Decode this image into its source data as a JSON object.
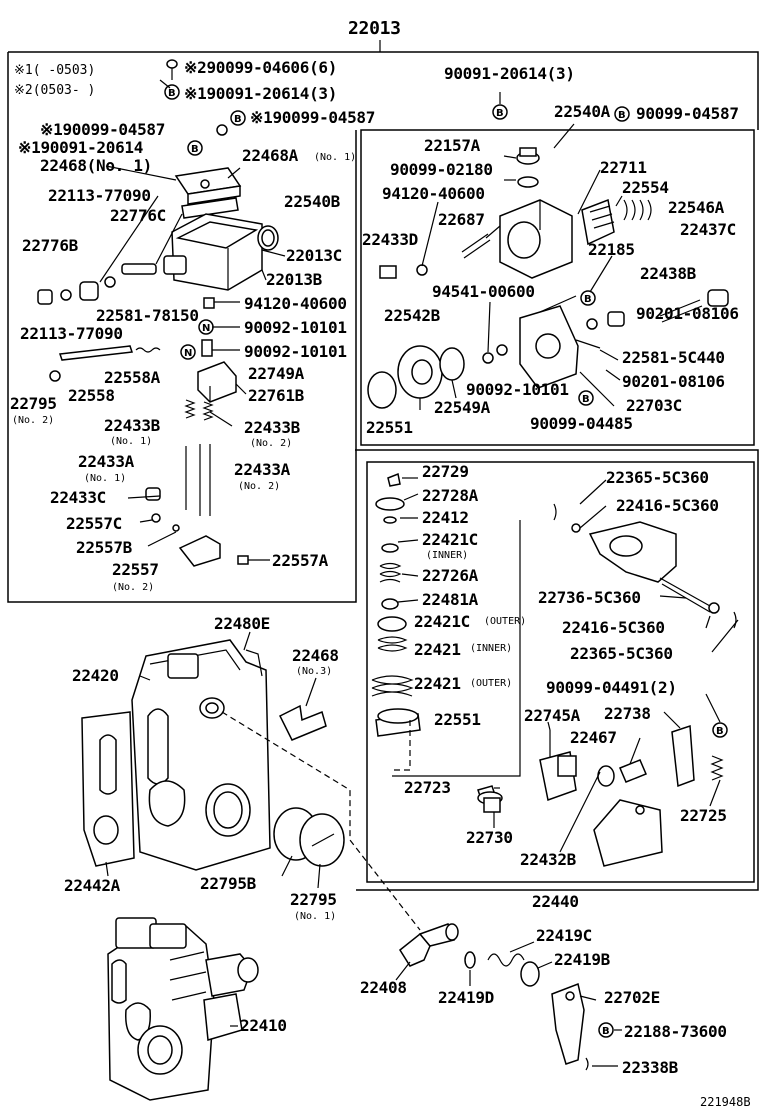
{
  "diagram": {
    "main_title": "22013",
    "footer_code": "221948B",
    "notes": {
      "note1": "※1(      -0503)",
      "note2": "※2(0503-      )"
    },
    "labels": {
      "t22013": "22013",
      "p90099_04606": "※290099-04606(6)",
      "p190091_20614_3": "※190091-20614(3)",
      "p190099_04587_a": "※190099-04587",
      "p190099_04587_b": "※190099-04587",
      "p190091_20614": "※190091-20614",
      "p22468_1": "22468(No. 1)",
      "p22468A": "22468A",
      "p22468A_no": "(No. 1)",
      "p22113_77090_a": "22113-77090",
      "p22776C": "22776C",
      "p22540B": "22540B",
      "p22776B": "22776B",
      "p22013C": "22013C",
      "p22013B": "22013B",
      "p94120_40600_a": "94120-40600",
      "p22581_78150": "22581-78150",
      "p22113_77090_b": "22113-77090",
      "p90092_10101_a": "90092-10101",
      "p90092_10101_b": "90092-10101",
      "p22558A": "22558A",
      "p22749A": "22749A",
      "p22795_a": "22795",
      "p22795_a_no": "(No. 2)",
      "p22558": "22558",
      "p22761B": "22761B",
      "p22433B_1": "22433B",
      "p22433B_1_no": "(No. 1)",
      "p22433B_2": "22433B",
      "p22433B_2_no": "(No. 2)",
      "p22433A_1": "22433A",
      "p22433A_1_no": "(No. 1)",
      "p22433A_2": "22433A",
      "p22433A_2_no": "(No. 2)",
      "p22433C": "22433C",
      "p22557C": "22557C",
      "p22557B": "22557B",
      "p22557": "22557",
      "p22557_no": "(No. 2)",
      "p22557A": "22557A",
      "p90091_20614_3": "90091-20614(3)",
      "p22540A": "22540A",
      "p90099_04587": "90099-04587",
      "p22157A": "22157A",
      "p90099_02180": "90099-02180",
      "p22711": "22711",
      "p22554": "22554",
      "p94120_40600_b": "94120-40600",
      "p22546A": "22546A",
      "p22687": "22687",
      "p22433D": "22433D",
      "p22185": "22185",
      "p22437C": "22437C",
      "p22438B": "22438B",
      "p94541_00600": "94541-00600",
      "p22542B": "22542B",
      "p90201_08106_a": "90201-08106",
      "p22581_5C440": "22581-5C440",
      "p90201_08106_b": "90201-08106",
      "p90092_10101_c": "90092-10101",
      "p22549A": "22549A",
      "p22703C": "22703C",
      "p22551_a": "22551",
      "p90099_04485": "90099-04485",
      "p22729": "22729",
      "p22365_5C360_a": "22365-5C360",
      "p22728A": "22728A",
      "p22416_5C360_a": "22416-5C360",
      "p22412": "22412",
      "p22421C_inner": "22421C",
      "inner_a": "(INNER)",
      "p22726A": "22726A",
      "p22736_5C360": "22736-5C360",
      "p22481A": "22481A",
      "p22421C_outer": "22421C",
      "outer_a": "(OUTER)",
      "p22416_5C360_b": "22416-5C360",
      "p22421_inner": "22421",
      "inner_b": "(INNER)",
      "p22365_5C360_b": "22365-5C360",
      "p22421_outer": "22421",
      "outer_b": "(OUTER)",
      "p90099_04491": "90099-04491(2)",
      "p22551_b": "22551",
      "p22745A": "22745A",
      "p22738": "22738",
      "p22467": "22467",
      "p22723": "22723",
      "p22725": "22725",
      "p22730": "22730",
      "p22432B": "22432B",
      "p22440": "22440",
      "p22480E": "22480E",
      "p22420": "22420",
      "p22468_3": "22468",
      "p22468_3_no": "(No.3)",
      "p22442A": "22442A",
      "p22795B": "22795B",
      "p22795_b": "22795",
      "p22795_b_no": "(No. 1)",
      "p22419C": "22419C",
      "p22419B": "22419B",
      "p22408": "22408",
      "p22419D": "22419D",
      "p22702E": "22702E",
      "p22188_73600": "22188-73600",
      "p22410": "22410",
      "p22338B": "22338B"
    }
  }
}
